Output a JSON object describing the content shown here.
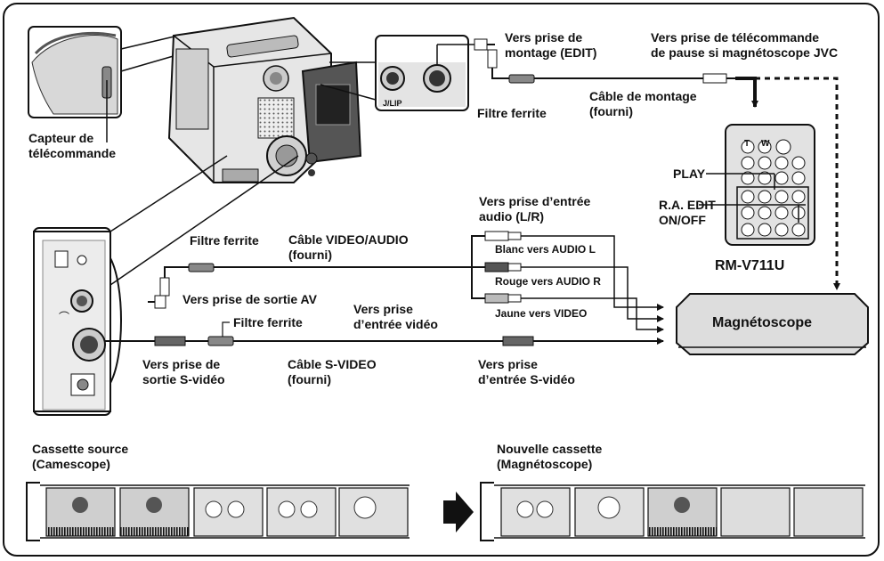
{
  "labels": {
    "capteur": "Capteur de\ntélécommande",
    "vers_montage": "Vers prise de\nmontage (EDIT)",
    "vers_pause": "Vers prise de télécommande\nde pause si magnétoscope JVC",
    "cable_montage": "Câble de montage\n(fourni)",
    "filtre_top": "Filtre ferrite",
    "play": "PLAY",
    "ra_edit": "R.A. EDIT\nON/OFF",
    "rm_model": "RM-V711U",
    "vers_audio": "Vers prise d’entrée\naudio (L/R)",
    "blanc": "Blanc vers AUDIO L",
    "rouge": "Rouge vers AUDIO R",
    "jaune": "Jaune vers VIDEO",
    "filtre_av": "Filtre ferrite",
    "cable_av": "Câble VIDEO/AUDIO\n(fourni)",
    "sortie_av": "Vers prise de sortie AV",
    "filtre_sv": "Filtre ferrite",
    "vers_entree_video": "Vers prise\nd’entrée vidéo",
    "sortie_sv": "Vers prise de\nsortie S-vidéo",
    "cable_sv": "Câble S-VIDEO\n(fourni)",
    "entree_sv": "Vers prise\nd’entrée S-vidéo",
    "magnetoscope": "Magnétoscope",
    "jlip": "J/LIP",
    "cassette_source": "Cassette source\n(Camescope)",
    "nouvelle_cassette": "Nouvelle cassette\n(Magnétoscope)"
  },
  "remote": {
    "t_button": "T",
    "w_button": "W"
  }
}
